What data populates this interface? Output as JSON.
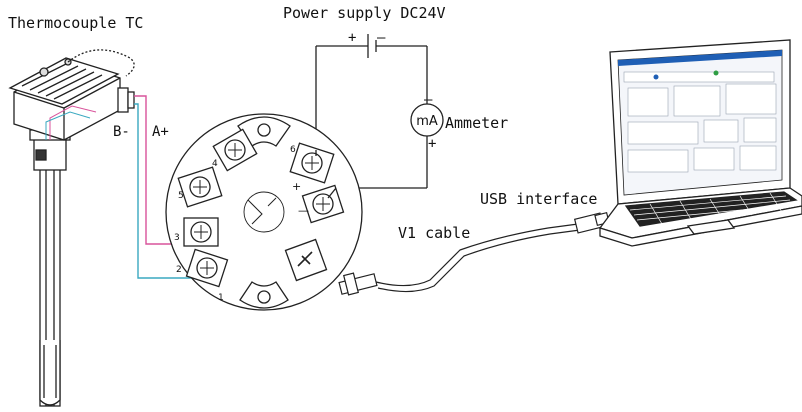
{
  "labels": {
    "thermocouple": "Thermocouple TC",
    "power_supply": "Power supply DC24V",
    "ammeter": "Ammeter",
    "ammeter_unit": "mA",
    "usb_interface": "USB interface",
    "v1_cable": "V1 cable",
    "b_minus": "B-",
    "a_plus": "A+",
    "psu_plus": "+",
    "psu_minus": "—",
    "meter_minus": "—",
    "meter_plus": "+"
  },
  "terminals": [
    "1",
    "2",
    "3",
    "4",
    "5",
    "6"
  ],
  "colors": {
    "line": "#222222",
    "a_plus_wire": "#d9539b",
    "b_minus_wire": "#3aa9c0",
    "screen_blue": "#1f5fb5"
  }
}
